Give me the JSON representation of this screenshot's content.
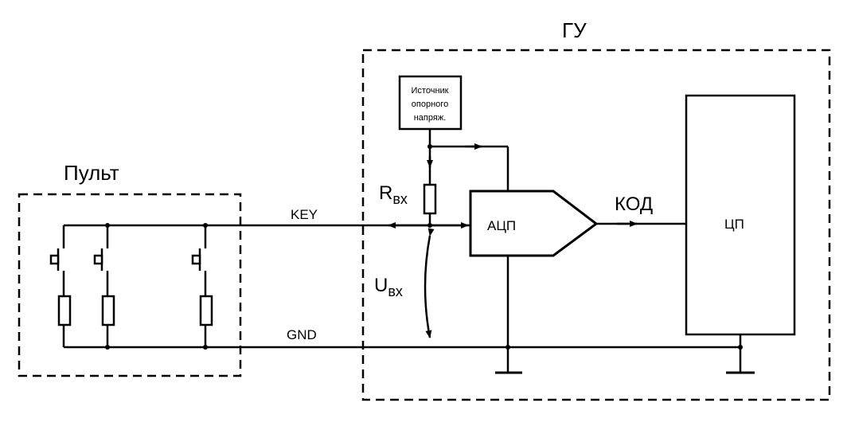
{
  "labels": {
    "remote_title": "Пульт",
    "head_unit_title": "ГУ",
    "key_line": "KEY",
    "gnd_line": "GND",
    "reference_source": [
      "Источник",
      "опорного",
      "напряж."
    ],
    "resistor_main": "R",
    "resistor_sub": "вх",
    "voltage_main": "U",
    "voltage_sub": "вх",
    "adc": "АЦП",
    "code": "КОД",
    "cpu": "ЦП"
  }
}
